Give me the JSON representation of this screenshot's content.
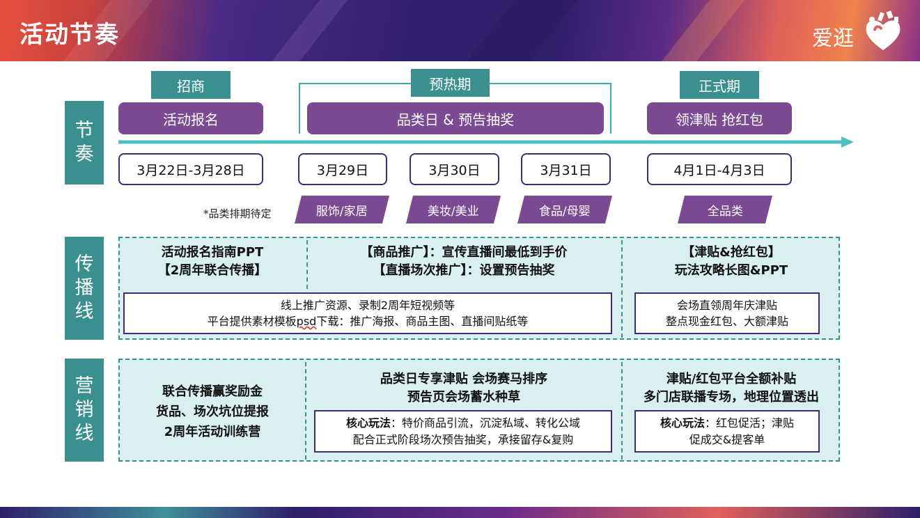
{
  "header": {
    "title": "活动节奏",
    "logo_text": "爱逛"
  },
  "side_labels": {
    "rhythm": [
      "节",
      "奏"
    ],
    "propagation": [
      "传",
      "播",
      "线"
    ],
    "marketing": [
      "营",
      "销",
      "线"
    ]
  },
  "phases": {
    "recruit": "招商",
    "preheat": "预热期",
    "formal": "正式期"
  },
  "activities": {
    "signup": "活动报名",
    "category_day": "品类日 & 预告抽奖",
    "subsidy": "领津贴 抢红包"
  },
  "dates": [
    "3月22日-3月28日",
    "3月29日",
    "3月30日",
    "3月31日",
    "4月1日-4月3日"
  ],
  "categories": {
    "note": "*品类排期待定",
    "items": [
      "服饰/家居",
      "美妆/美业",
      "食品/母婴",
      "全品类"
    ]
  },
  "propagation": {
    "col1": [
      "活动报名指南PPT",
      "【2周年联合传播】"
    ],
    "col2": [
      "【商品推广】：宣传直播间最低到手价",
      "【直播场次推广】：设置预告抽奖"
    ],
    "col3": [
      "【津贴&抢红包】",
      "玩法攻略长图&PPT"
    ],
    "box_left_line1": "线上推广资源、录制2周年短视频等",
    "box_left_line2_a": "平台提供素材模板",
    "box_left_line2_b": "psd",
    "box_left_line2_c": "下载：推广海报、商品主图、直播间贴纸等",
    "box_right": [
      "会场直领周年庆津贴",
      "整点现金红包、大额津贴"
    ]
  },
  "marketing": {
    "col1": [
      "联合传播赢奖励金",
      "货品、场次坑位提报",
      "2周年活动训练营"
    ],
    "col2": [
      "品类日专享津贴  会场赛马排序",
      "预告页会场蓄水种草"
    ],
    "col3": [
      "津贴/红包平台全额补贴",
      "多门店联播专场，地理位置透出"
    ],
    "box_mid_label": "核心玩法",
    "box_mid_line1": "：特价商品引流，沉淀私域、转化公域",
    "box_mid_line2": "配合正式阶段场次预告抽奖，承接留存&复购",
    "box_right_label": "核心玩法",
    "box_right_line1": "：红包促活；津贴",
    "box_right_line2": "促成交&提客单"
  },
  "colors": {
    "teal": "#3a8f8f",
    "purple": "#7b4a92",
    "navy_border": "#3b2d74",
    "panel_bg": "#daf0f0",
    "arrow": "#4cc0c0"
  }
}
